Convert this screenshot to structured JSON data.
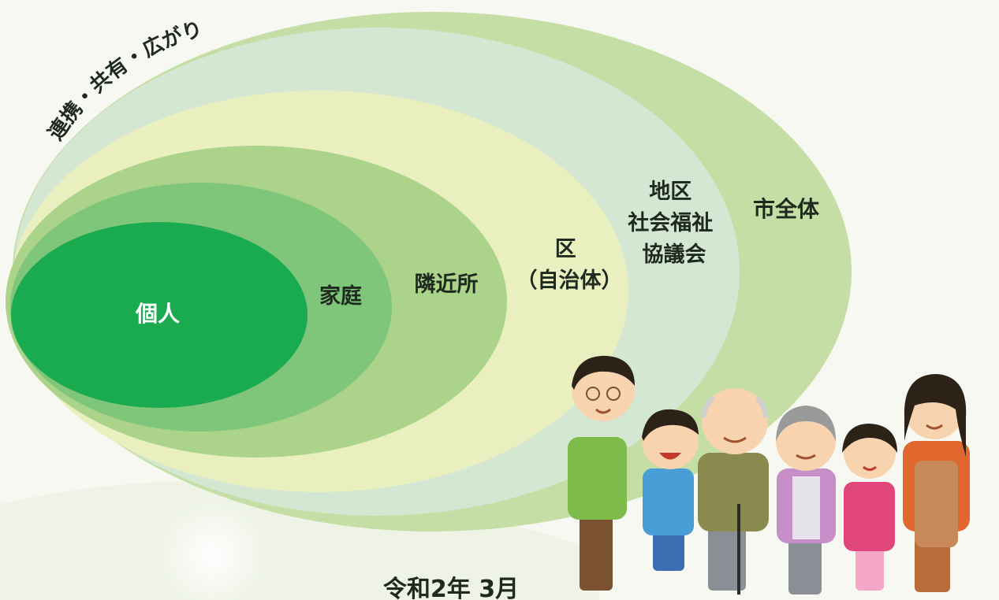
{
  "arc_caption": "連携・共有・広がり",
  "circles": {
    "city": "市全体",
    "council": [
      "地区",
      "社会福祉",
      "協議会"
    ],
    "ward": [
      "区",
      "（自治体）"
    ],
    "neighborhood": "隣近所",
    "family": "家庭",
    "individual": "個人"
  },
  "date": "令和2年 3月",
  "colors": {
    "city": "#c5dea6",
    "council": "#d4e7d2",
    "ward": "#e9efbf",
    "neighborhood": "#abd38a",
    "family": "#7fc57a",
    "individual": "#1aab50"
  },
  "people": [
    "father",
    "boy",
    "grandfather",
    "grandmother",
    "girl",
    "mother"
  ]
}
